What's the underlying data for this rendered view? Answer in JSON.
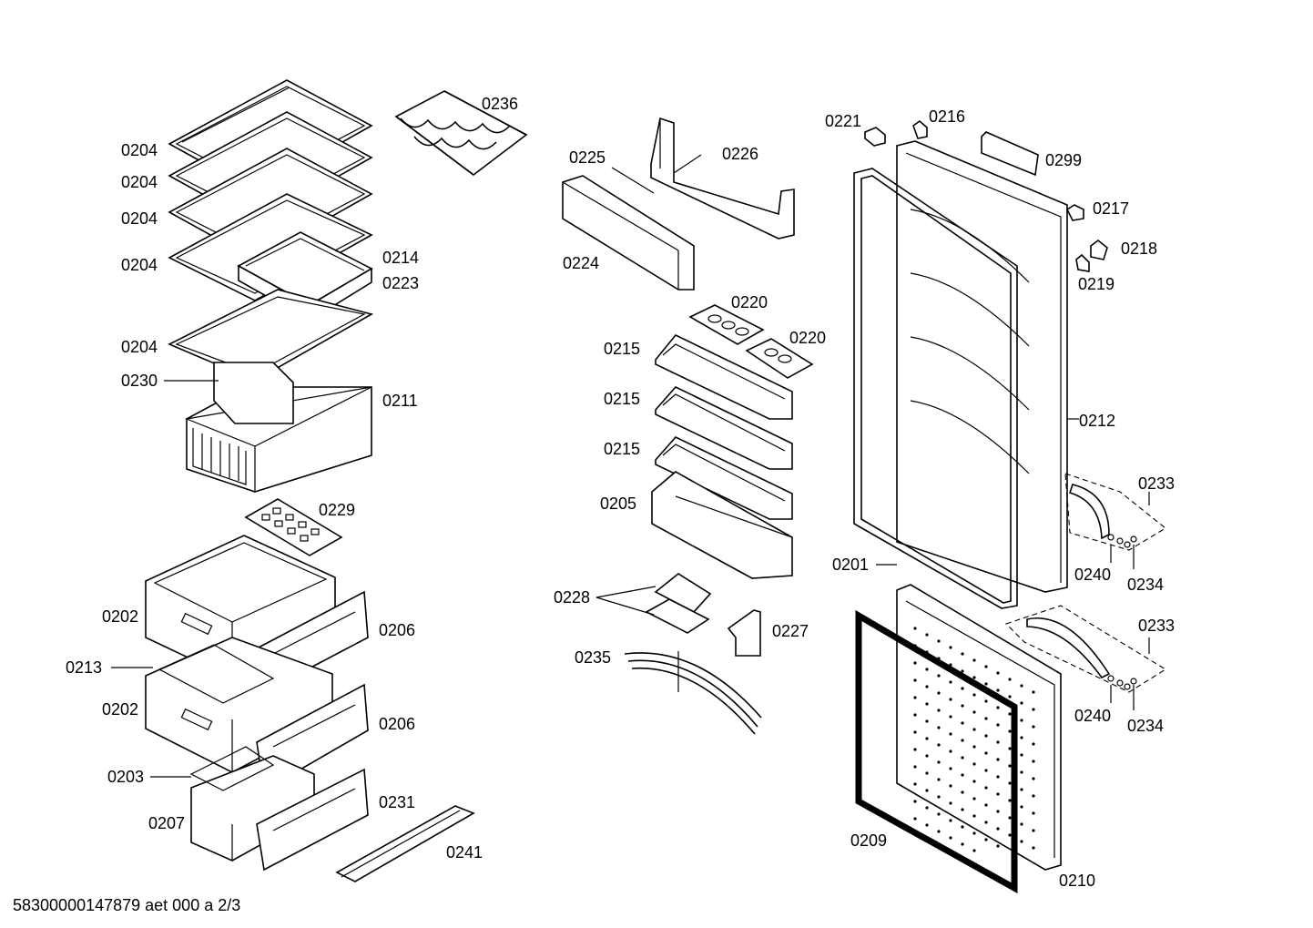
{
  "diagram": {
    "footer": "58300000147879 aet 000 a 2/3",
    "labels": {
      "l0204a": "0204",
      "l0204b": "0204",
      "l0204c": "0204",
      "l0204d": "0204",
      "l0204e": "0204",
      "l0236": "0236",
      "l0214": "0214",
      "l0223": "0223",
      "l0230": "0230",
      "l0211": "0211",
      "l0229": "0229",
      "l0202a": "0202",
      "l0206a": "0206",
      "l0213": "0213",
      "l0202b": "0202",
      "l0206b": "0206",
      "l0203": "0203",
      "l0231": "0231",
      "l0207": "0207",
      "l0241": "0241",
      "l0225": "0225",
      "l0226": "0226",
      "l0224": "0224",
      "l0220a": "0220",
      "l0220b": "0220",
      "l0215a": "0215",
      "l0215b": "0215",
      "l0215c": "0215",
      "l0205": "0205",
      "l0228": "0228",
      "l0227": "0227",
      "l0235": "0235",
      "l0221": "0221",
      "l0216": "0216",
      "l0299": "0299",
      "l0217": "0217",
      "l0218": "0218",
      "l0219": "0219",
      "l0212": "0212",
      "l0233a": "0233",
      "l0240a": "0240",
      "l0234a": "0234",
      "l0201": "0201",
      "l0233b": "0233",
      "l0240b": "0240",
      "l0234b": "0234",
      "l0209": "0209",
      "l0210": "0210"
    }
  }
}
